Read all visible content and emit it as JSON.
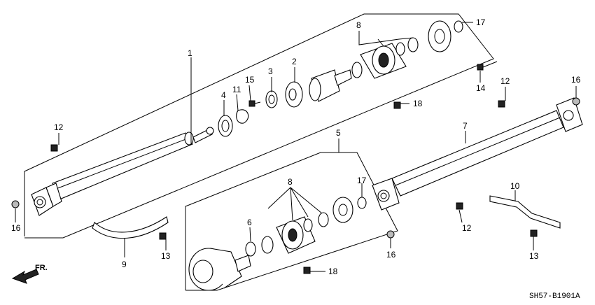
{
  "labels": {
    "p1": "1",
    "p2": "2",
    "p3": "3",
    "p4": "4",
    "p5": "5",
    "p6": "6",
    "p7": "7",
    "p8a": "8",
    "p8b": "8",
    "p9": "9",
    "p10": "10",
    "p11": "11",
    "p12a": "12",
    "p12b": "12",
    "p12c": "12",
    "p13a": "13",
    "p13b": "13",
    "p14": "14",
    "p15": "15",
    "p16a": "16",
    "p16b": "16",
    "p16c": "16",
    "p17a": "17",
    "p17b": "17",
    "p18a": "18",
    "p18b": "18"
  },
  "direction_label": "FR.",
  "diagram_code": "SH57-B1901A"
}
